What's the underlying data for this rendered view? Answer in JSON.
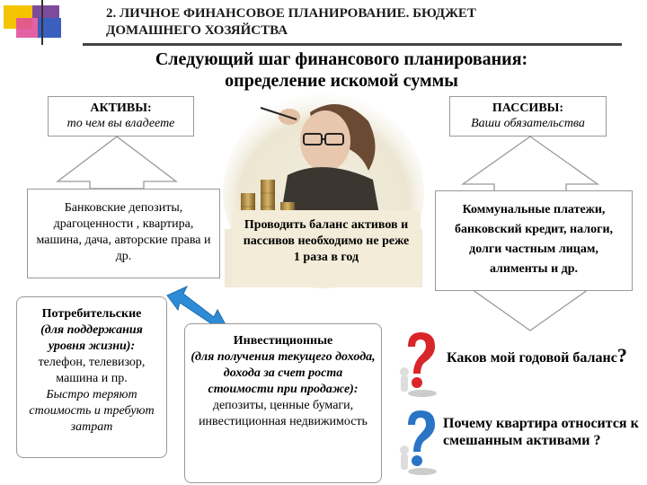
{
  "header": {
    "title_line1": "2. ЛИЧНОЕ ФИНАНСОВОЕ ПЛАНИРОВАНИЕ. БЮДЖЕТ",
    "title_line2": "ДОМАШНЕГО ХОЗЯЙСТВА",
    "subtitle_line1": "Следующий шаг финансового планирования:",
    "subtitle_line2": "определение искомой суммы"
  },
  "assets": {
    "title": "АКТИВЫ:",
    "subtitle": "то чем вы владеете",
    "examples": "Банковские депозиты, драгоценности , квартира, машина, дача, авторские права и др."
  },
  "liabilities": {
    "title": "ПАССИВЫ:",
    "subtitle": "Ваши обязательства",
    "examples": "Коммунальные платежи, банковский кредит, налоги, долги частным лицам, алименты и др."
  },
  "center_note": "Проводить баланс активов и пассивов необходимо не реже 1 раза в год",
  "consumer": {
    "title": "Потребительские",
    "purpose": "(для поддержания уровня жизни):",
    "examples": "телефон, телевизор, машина и пр.",
    "note": "Быстро теряют стоимость и требуют затрат"
  },
  "investment": {
    "title": "Инвестиционные",
    "purpose": "(для получения текущего дохода, дохода за счет роста стоимости при продаже):",
    "examples": "депозиты, ценные бумаги, инвестиционная недвижимость"
  },
  "questions": [
    {
      "text": "Каков мой годовой баланс",
      "mark": "?"
    },
    {
      "text": "Почему квартира относится к смешанным активами ?"
    }
  ],
  "colors": {
    "accent_blue": "#2e8bd6",
    "question_red": "#d8262b",
    "question_blue": "#2a74c6",
    "border_gray": "#999999"
  }
}
